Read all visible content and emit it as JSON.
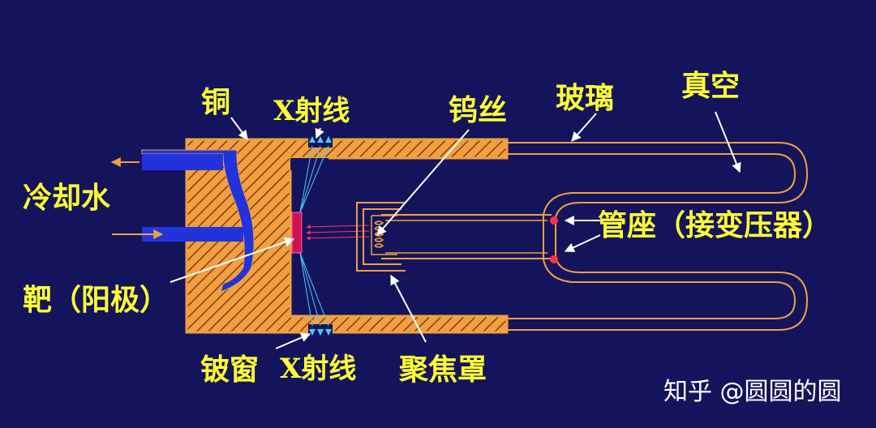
{
  "labels": {
    "copper": "铜",
    "xray_top": "X射线",
    "tungsten_filament": "钨丝",
    "glass": "玻璃",
    "vacuum": "真空",
    "cooling_water": "冷却水",
    "tube_socket": "管座（接变压器）",
    "target_anode": "靶（阳极）",
    "beryllium_window": "铍窗",
    "xray_bottom": "X射线",
    "focusing_cup": "聚焦罩"
  },
  "watermark": "知乎 @圆圆的圆",
  "colors": {
    "background": "#14145c",
    "label": "#ffff33",
    "copper": "#f0a040",
    "coolant": "#2233dd",
    "target": "#cc1155",
    "glass_outline": "#f0a040",
    "xray": "#44ccff"
  }
}
